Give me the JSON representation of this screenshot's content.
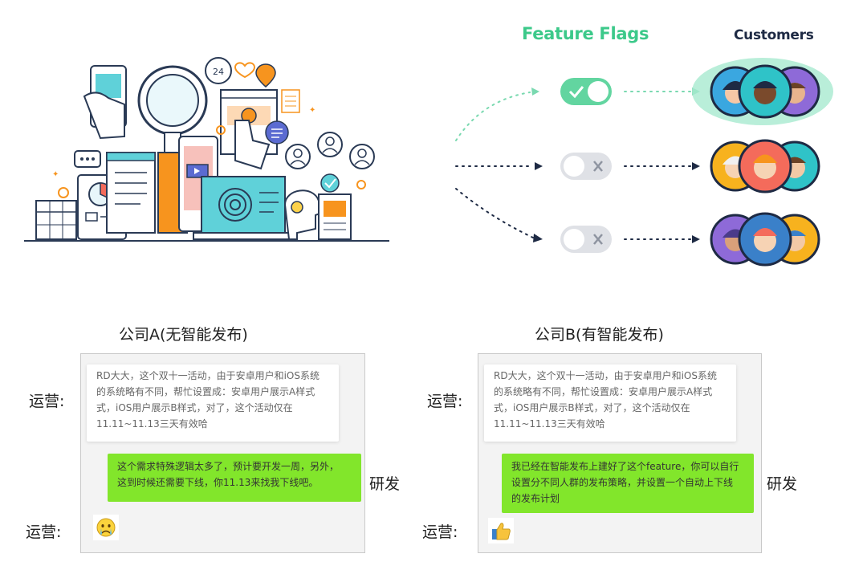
{
  "feature_flags": {
    "title": "Feature Flags",
    "customers_title": "Customers",
    "rows": [
      {
        "state": "on",
        "toggle_color": "#62d5a0"
      },
      {
        "state": "off",
        "toggle_color": "#dfe1e6"
      },
      {
        "state": "off",
        "toggle_color": "#dfe1e6"
      }
    ]
  },
  "illustration": {
    "clock_label": "24"
  },
  "companies": [
    {
      "title": "公司A(无智能发布)",
      "ops_label": "运营:",
      "rd_label": "研发",
      "ops_label_2": "运营:",
      "ops_message": [
        "RD大大，这个双十一活动，由于安卓用户和iOS系统",
        "的系统略有不同，帮忙设置成：安卓用户展示A样式",
        "式，iOS用户展示B样式，对了，这个活动仅在",
        "11.11~11.13三天有效哈"
      ],
      "rd_message": [
        "这个需求特殊逻辑太多了，预计要开发一周，另外，",
        "这到时候还需要下线，你11.13来找我下线吧。"
      ],
      "reply_icon": "crying-face-icon"
    },
    {
      "title": "公司B(有智能发布)",
      "ops_label": "运营:",
      "rd_label": "研发",
      "ops_label_2": "运营:",
      "ops_message": [
        "RD大大，这个双十一活动，由于安卓用户和iOS系统",
        "的系统略有不同，帮忙设置成：安卓用户展示A样式",
        "式，iOS用户展示B样式，对了，这个活动仅在",
        "11.11~11.13三天有效哈"
      ],
      "rd_message": [
        "我已经在智能发布上建好了这个feature，你可以自行",
        "设置分不同人群的发布策略，并设置一个自动上下线",
        "的发布计划"
      ],
      "reply_icon": "thumbs-up-icon"
    }
  ],
  "colors": {
    "green_bubble": "#82e62b",
    "feature_green": "#3cc98a",
    "navy": "#1e2a44"
  }
}
